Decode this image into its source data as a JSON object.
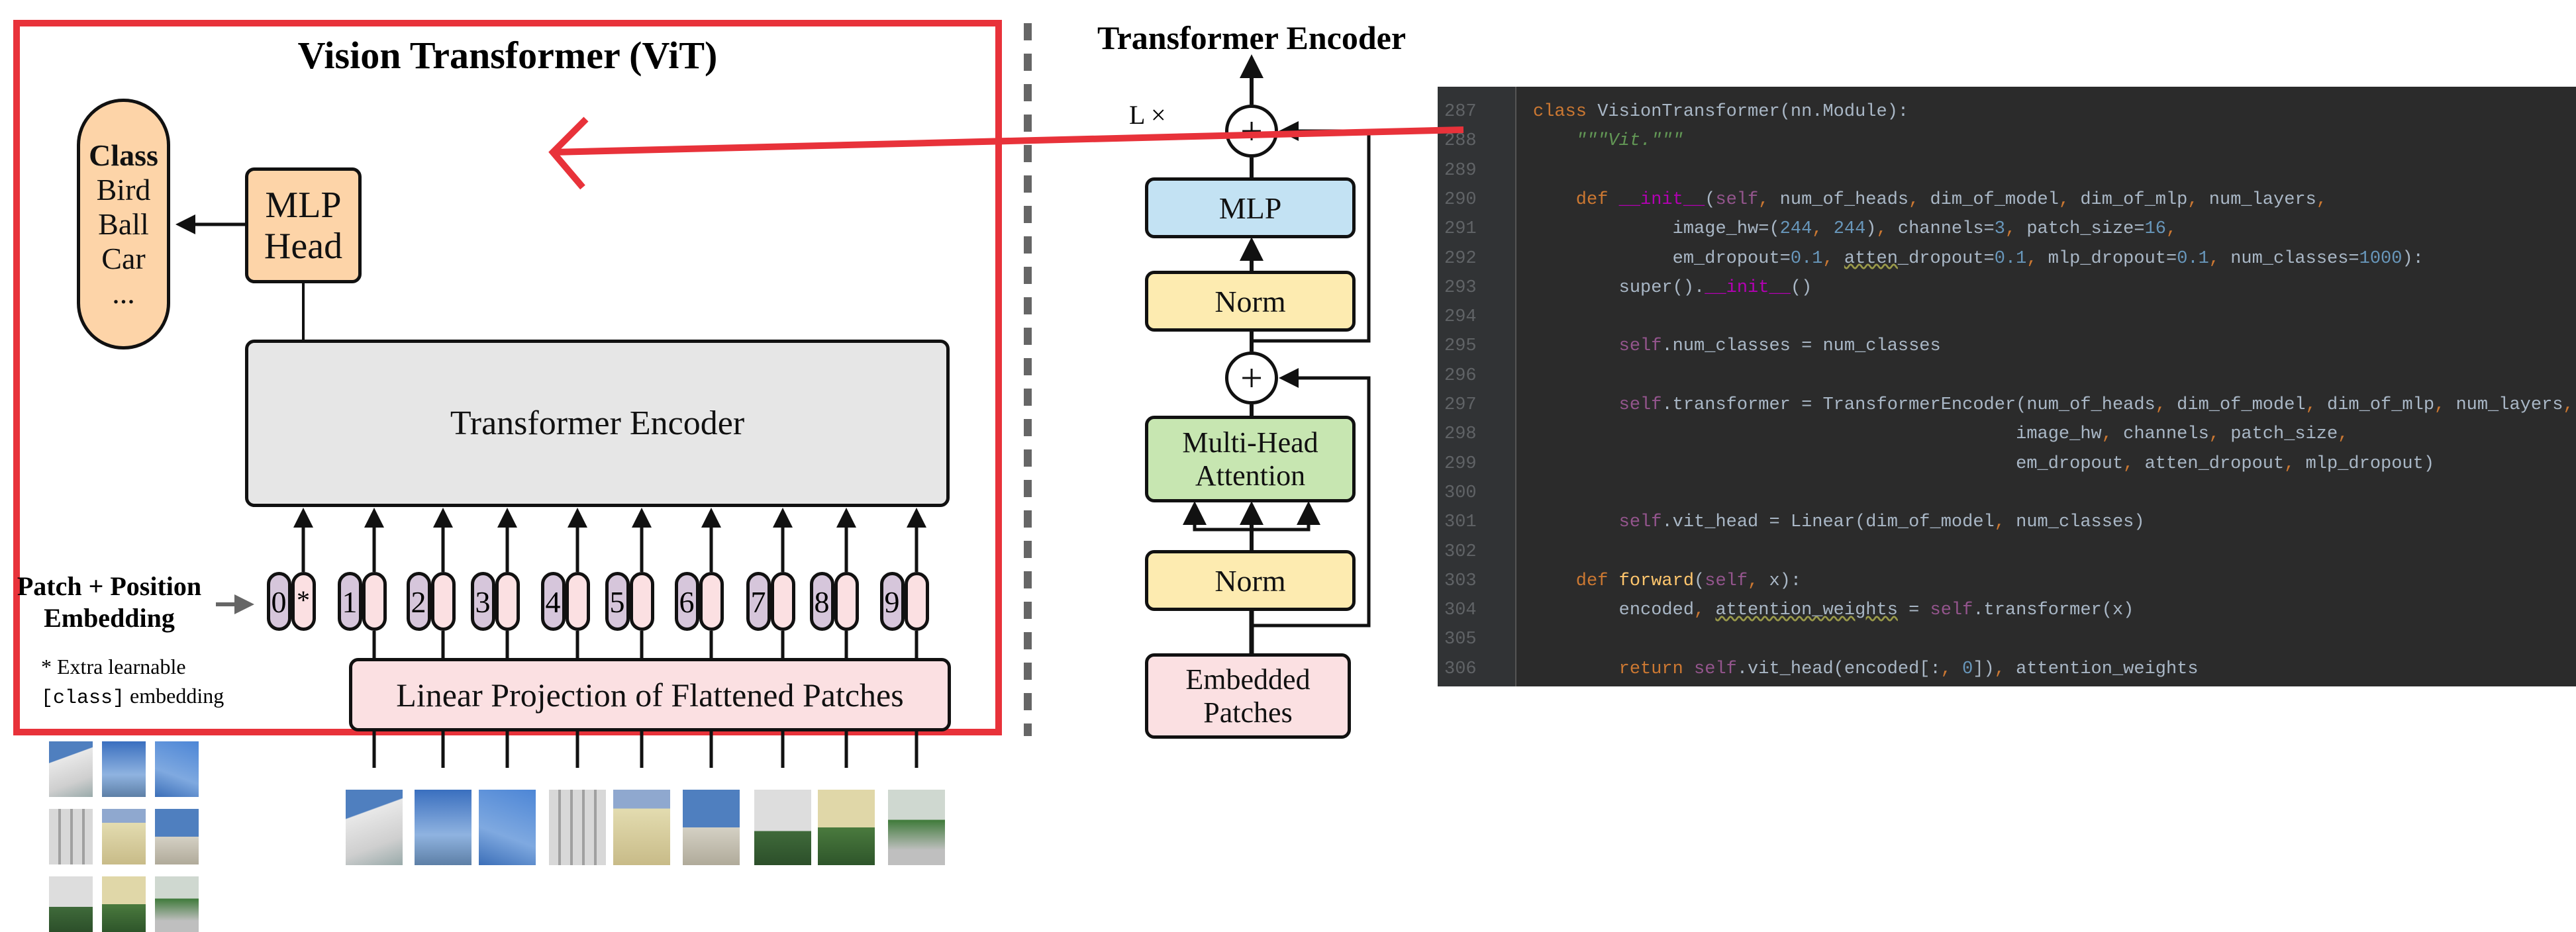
{
  "vit": {
    "title": "Vision Transformer (ViT)",
    "class_box": {
      "heading": "Class",
      "items": [
        "Bird",
        "Ball",
        "Car",
        "..."
      ]
    },
    "mlp_head": [
      "MLP",
      "Head"
    ],
    "encoder_label": "Transformer Encoder",
    "embedding_label": [
      "Patch + Position",
      "Embedding"
    ],
    "note_line1": "* Extra learnable",
    "note_class": "[class]",
    "note_line2": " embedding",
    "tokens": [
      "0",
      "1",
      "2",
      "3",
      "4",
      "5",
      "6",
      "7",
      "8",
      "9"
    ],
    "class_token_mark": "*",
    "projection_label": "Linear Projection of Flattened Patches",
    "colors": {
      "frame": "#e8323a",
      "class": "#fdd4a8",
      "encoder": "#e6e6e6",
      "token_pos": "#d6c6db",
      "token_emb": "#fbe0e2",
      "projection": "#fbe0e2"
    }
  },
  "encoder": {
    "title": "Transformer Encoder",
    "repeat_label": "L ×",
    "plus_symbol": "+",
    "mlp_label": "MLP",
    "norm_label": "Norm",
    "attention_label": [
      "Multi-Head",
      "Attention"
    ],
    "input_label": [
      "Embedded",
      "Patches"
    ],
    "colors": {
      "mlp": "#c3e2f3",
      "norm": "#fdebb0",
      "attention": "#c7e6b1",
      "input": "#fbe0e2",
      "block": "#e6e6e6"
    }
  },
  "code": {
    "lines": [
      {
        "n": "287",
        "t": [
          [
            "class ",
            "kw"
          ],
          [
            "VisionTransformer(nn.Module):",
            "def"
          ]
        ]
      },
      {
        "n": "288",
        "t": [
          [
            "    ",
            "def"
          ],
          [
            "\"\"\"Vit.\"\"\"",
            "str"
          ]
        ]
      },
      {
        "n": "289",
        "t": []
      },
      {
        "n": "290",
        "t": [
          [
            "    def ",
            "kw"
          ],
          [
            "__init__",
            "dun"
          ],
          [
            "(",
            "def"
          ],
          [
            "self",
            "self"
          ],
          [
            ", ",
            "p"
          ],
          [
            "num_of_heads",
            "def"
          ],
          [
            ", ",
            "p"
          ],
          [
            "dim_of_model",
            "def"
          ],
          [
            ", ",
            "p"
          ],
          [
            "dim_of_mlp",
            "def"
          ],
          [
            ", ",
            "p"
          ],
          [
            "num_layers",
            "def"
          ],
          [
            ",",
            "p"
          ]
        ]
      },
      {
        "n": "291",
        "t": [
          [
            "             image_hw=(",
            "def"
          ],
          [
            "244",
            "num"
          ],
          [
            ", ",
            "p"
          ],
          [
            "244",
            "num"
          ],
          [
            ")",
            "def"
          ],
          [
            ", ",
            "p"
          ],
          [
            "channels=",
            "def"
          ],
          [
            "3",
            "num"
          ],
          [
            ", ",
            "p"
          ],
          [
            "patch_size=",
            "def"
          ],
          [
            "16",
            "num"
          ],
          [
            ",",
            "p"
          ]
        ]
      },
      {
        "n": "292",
        "t": [
          [
            "             em_dropout=",
            "def"
          ],
          [
            "0.1",
            "num"
          ],
          [
            ", ",
            "p"
          ],
          [
            "atten",
            "warn"
          ],
          [
            "_dropout=",
            "def"
          ],
          [
            "0.1",
            "num"
          ],
          [
            ", ",
            "p"
          ],
          [
            "mlp_dropout=",
            "def"
          ],
          [
            "0.1",
            "num"
          ],
          [
            ", ",
            "p"
          ],
          [
            "num_classes=",
            "def"
          ],
          [
            "1000",
            "num"
          ],
          [
            "):",
            "def"
          ]
        ]
      },
      {
        "n": "293",
        "t": [
          [
            "        super().",
            "def"
          ],
          [
            "__init__",
            "dun"
          ],
          [
            "()",
            "def"
          ]
        ]
      },
      {
        "n": "294",
        "t": []
      },
      {
        "n": "295",
        "t": [
          [
            "        ",
            "def"
          ],
          [
            "self",
            "self"
          ],
          [
            ".num_classes = num_classes",
            "def"
          ]
        ]
      },
      {
        "n": "296",
        "t": []
      },
      {
        "n": "297",
        "t": [
          [
            "        ",
            "def"
          ],
          [
            "self",
            "self"
          ],
          [
            ".transformer = TransformerEncoder(num_of_heads",
            "def"
          ],
          [
            ", ",
            "p"
          ],
          [
            "dim_of_model",
            "def"
          ],
          [
            ", ",
            "p"
          ],
          [
            "dim_of_mlp",
            "def"
          ],
          [
            ", ",
            "p"
          ],
          [
            "num_layers",
            "def"
          ],
          [
            ",",
            "p"
          ]
        ]
      },
      {
        "n": "298",
        "t": [
          [
            "                                             image_hw",
            "def"
          ],
          [
            ", ",
            "p"
          ],
          [
            "channels",
            "def"
          ],
          [
            ", ",
            "p"
          ],
          [
            "patch_size",
            "def"
          ],
          [
            ",",
            "p"
          ]
        ]
      },
      {
        "n": "299",
        "t": [
          [
            "                                             em_dropout",
            "def"
          ],
          [
            ", ",
            "p"
          ],
          [
            "atten_dropout",
            "def"
          ],
          [
            ", ",
            "p"
          ],
          [
            "mlp_dropout)",
            "def"
          ]
        ]
      },
      {
        "n": "300",
        "t": []
      },
      {
        "n": "301",
        "t": [
          [
            "        ",
            "def"
          ],
          [
            "self",
            "self"
          ],
          [
            ".vit_head = Linear(dim_of_model",
            "def"
          ],
          [
            ", ",
            "p"
          ],
          [
            "num_classes)",
            "def"
          ]
        ]
      },
      {
        "n": "302",
        "t": []
      },
      {
        "n": "303",
        "t": [
          [
            "    def ",
            "kw"
          ],
          [
            "forward",
            "fn"
          ],
          [
            "(",
            "def"
          ],
          [
            "self",
            "self"
          ],
          [
            ", ",
            "p"
          ],
          [
            "x):",
            "def"
          ]
        ]
      },
      {
        "n": "304",
        "t": [
          [
            "        encoded",
            "def"
          ],
          [
            ", ",
            "p"
          ],
          [
            "attention_weights",
            "warn"
          ],
          [
            " = ",
            "def"
          ],
          [
            "self",
            "self"
          ],
          [
            ".transformer(x)",
            "def"
          ]
        ]
      },
      {
        "n": "305",
        "t": []
      },
      {
        "n": "306",
        "t": [
          [
            "        ",
            "def"
          ],
          [
            "return ",
            "kw"
          ],
          [
            "self",
            "self"
          ],
          [
            ".vit_head(encoded[:",
            "def"
          ],
          [
            ", ",
            "p"
          ],
          [
            "0",
            "num"
          ],
          [
            "])",
            "def"
          ],
          [
            ", ",
            "p"
          ],
          [
            "attention_weights",
            "def"
          ]
        ]
      }
    ],
    "colors": {
      "background": "#2b2b2b",
      "gutter": "#313335",
      "keyword": "#cc7832",
      "self": "#94558d",
      "number": "#6897bb",
      "string": "#629755",
      "dunder": "#b200b2",
      "text": "#a9b7c6"
    }
  },
  "annotation": {
    "arrow_color": "#e8323a",
    "separator_color": "#666666"
  }
}
